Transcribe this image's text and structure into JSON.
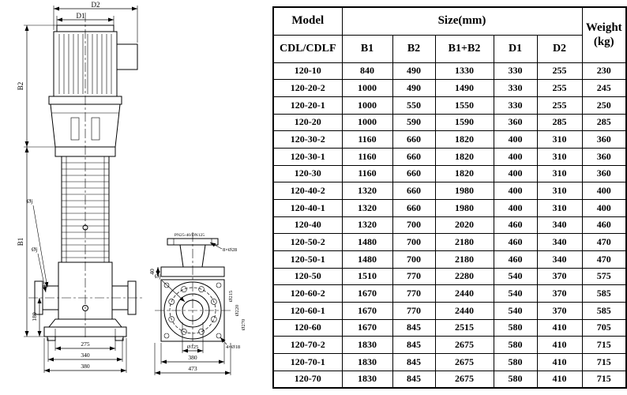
{
  "drawing": {
    "labels": {
      "d2": "D2",
      "d1": "D1",
      "b2": "B2",
      "b1": "B1",
      "h180": "180",
      "w275": "275",
      "w340": "340",
      "w380": "380",
      "phi_j_top": "Øj",
      "phi_j_bottom": "Øj",
      "phi_j_flange": "Øj",
      "flange_spec": "PN25-40/DN125",
      "bolt_holes": "8×Ø28",
      "anchor_holes": "4×Ø18",
      "plate_t40": "40",
      "phi125": "Ø125",
      "phi215": "Ø215",
      "phi220": "Ø220",
      "phi270": "Ø270",
      "base_w380": "380",
      "base_w473": "473"
    }
  },
  "table": {
    "header": {
      "model": "Model",
      "model_series": "CDL/CDLF",
      "size_group": "Size(mm)",
      "size_cols": [
        "B1",
        "B2",
        "B1+B2",
        "D1",
        "D2"
      ],
      "weight_line1": "Weight",
      "weight_line2": "(kg)"
    },
    "rows": [
      [
        "120-10",
        "840",
        "490",
        "1330",
        "330",
        "255",
        "230"
      ],
      [
        "120-20-2",
        "1000",
        "490",
        "1490",
        "330",
        "255",
        "245"
      ],
      [
        "120-20-1",
        "1000",
        "550",
        "1550",
        "330",
        "255",
        "250"
      ],
      [
        "120-20",
        "1000",
        "590",
        "1590",
        "360",
        "285",
        "285"
      ],
      [
        "120-30-2",
        "1160",
        "660",
        "1820",
        "400",
        "310",
        "360"
      ],
      [
        "120-30-1",
        "1160",
        "660",
        "1820",
        "400",
        "310",
        "360"
      ],
      [
        "120-30",
        "1160",
        "660",
        "1820",
        "400",
        "310",
        "360"
      ],
      [
        "120-40-2",
        "1320",
        "660",
        "1980",
        "400",
        "310",
        "400"
      ],
      [
        "120-40-1",
        "1320",
        "660",
        "1980",
        "400",
        "310",
        "400"
      ],
      [
        "120-40",
        "1320",
        "700",
        "2020",
        "460",
        "340",
        "460"
      ],
      [
        "120-50-2",
        "1480",
        "700",
        "2180",
        "460",
        "340",
        "470"
      ],
      [
        "120-50-1",
        "1480",
        "700",
        "2180",
        "460",
        "340",
        "470"
      ],
      [
        "120-50",
        "1510",
        "770",
        "2280",
        "540",
        "370",
        "575"
      ],
      [
        "120-60-2",
        "1670",
        "770",
        "2440",
        "540",
        "370",
        "585"
      ],
      [
        "120-60-1",
        "1670",
        "770",
        "2440",
        "540",
        "370",
        "585"
      ],
      [
        "120-60",
        "1670",
        "845",
        "2515",
        "580",
        "410",
        "705"
      ],
      [
        "120-70-2",
        "1830",
        "845",
        "2675",
        "580",
        "410",
        "715"
      ],
      [
        "120-70-1",
        "1830",
        "845",
        "2675",
        "580",
        "410",
        "715"
      ],
      [
        "120-70",
        "1830",
        "845",
        "2675",
        "580",
        "410",
        "715"
      ]
    ]
  }
}
